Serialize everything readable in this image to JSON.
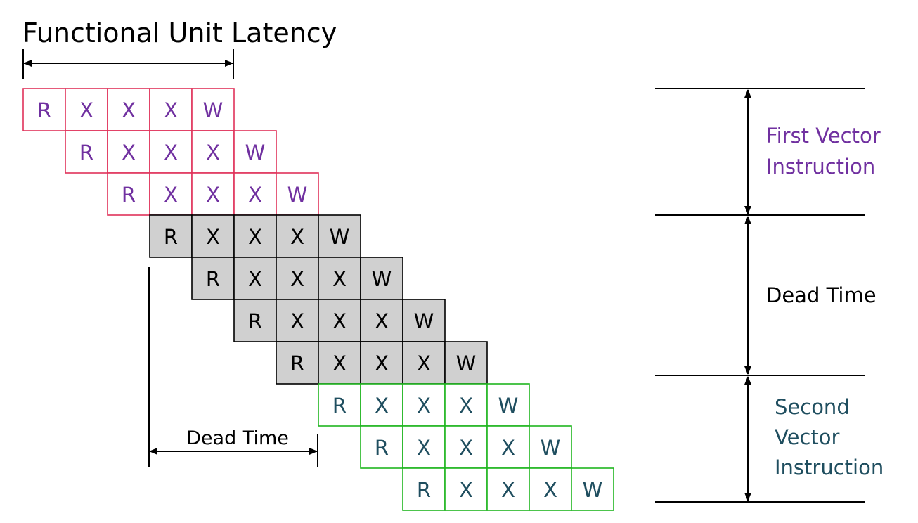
{
  "title": "Functional Unit Latency",
  "stage_sequence": [
    "R",
    "X",
    "X",
    "X",
    "W"
  ],
  "instruction_groups": [
    {
      "name": "first",
      "rows": 3,
      "border_color": "#e0325a",
      "fill_color": "#ffffff",
      "text_color": "#7030a0"
    },
    {
      "name": "dead",
      "rows": 4,
      "border_color": "#000000",
      "fill_color": "#d0d0d0",
      "text_color": "#000000"
    },
    {
      "name": "second",
      "rows": 3,
      "border_color": "#1fb51f",
      "fill_color": "#ffffff",
      "text_color": "#1f4e5f"
    }
  ],
  "labels": {
    "first": [
      "First Vector",
      "Instruction"
    ],
    "dead": [
      "Dead Time"
    ],
    "second": [
      "Second",
      "Vector",
      "Instruction"
    ],
    "dead_time_arrow": "Dead Time"
  },
  "label_colors": {
    "first": "#7030a0",
    "dead": "#000000",
    "second": "#1f4e5f"
  }
}
